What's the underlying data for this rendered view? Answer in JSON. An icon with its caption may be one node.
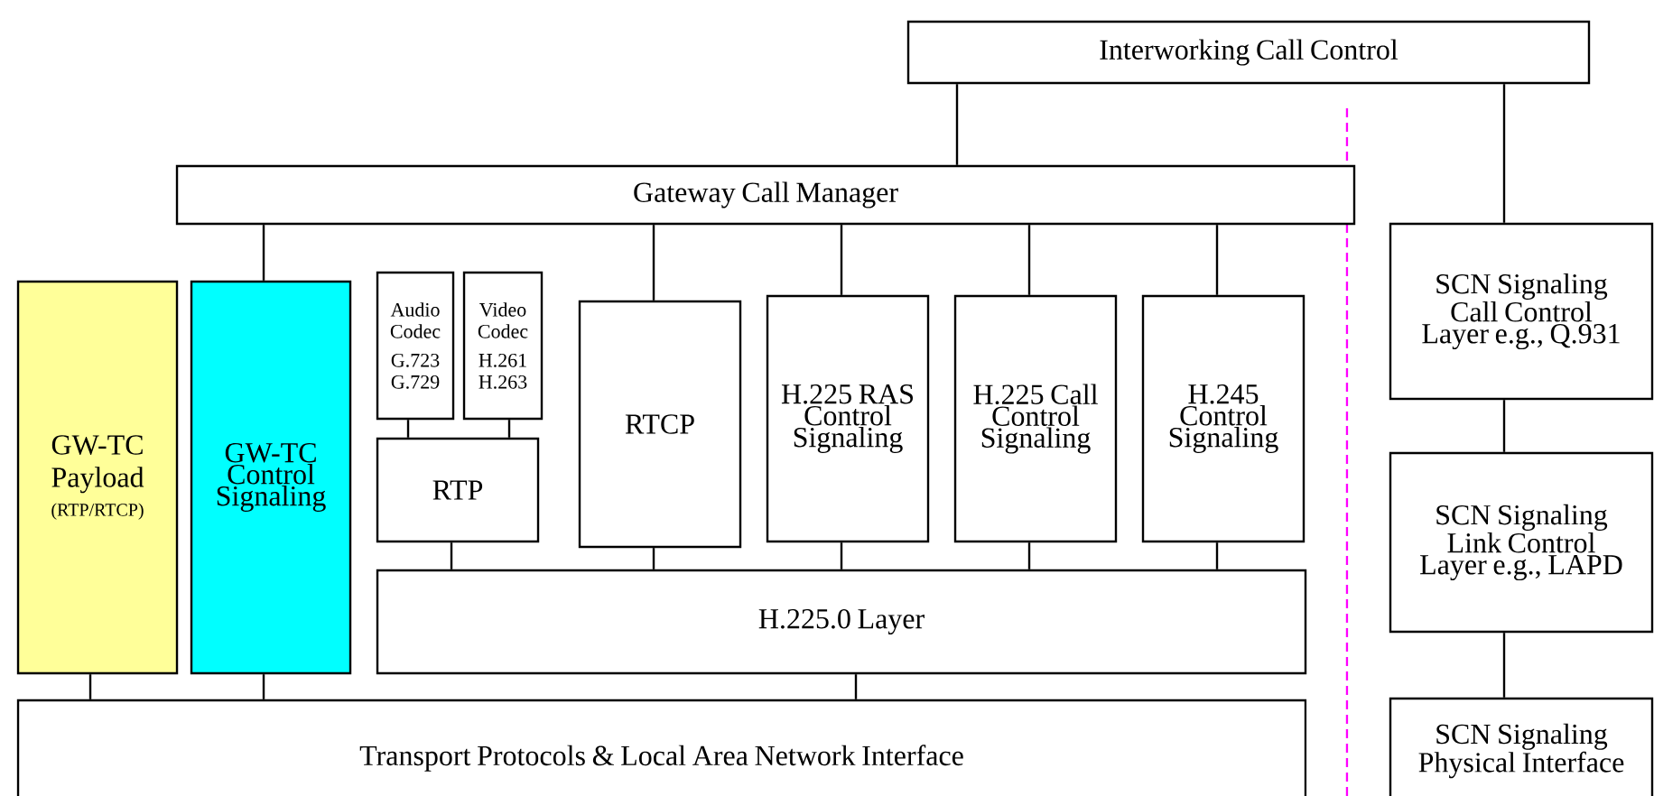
{
  "diagram": {
    "nodes": [
      {
        "text": [
          "Interworking Call Control"
        ]
      },
      {
        "text": [
          "Gateway Call Manager"
        ]
      },
      {
        "text": [
          "GW-TC Payload",
          "(RTP/RTCP)"
        ]
      },
      {
        "text": [
          "GW-TC Control Signaling"
        ]
      },
      {
        "text": [
          "Audio Codec",
          "G.723 G.729"
        ]
      },
      {
        "text": [
          "Video Codec",
          "H.261 H.263"
        ]
      },
      {
        "text": [
          "RTP"
        ]
      },
      {
        "text": [
          "RTCP"
        ]
      },
      {
        "text": [
          "H.225 RAS Control Signaling"
        ]
      },
      {
        "text": [
          "H.225 Call Control Signaling"
        ]
      },
      {
        "text": [
          "H.245 Control Signaling"
        ]
      },
      {
        "text": [
          "H.225.0 Layer"
        ]
      },
      {
        "text": [
          "Transport Protocols & Local Area Network Interface"
        ]
      },
      {
        "text": [
          "SCN Signaling Call Control Layer e.g., Q.931"
        ]
      },
      {
        "text": [
          "SCN Signaling Link Control Layer e.g., LAPD"
        ]
      },
      {
        "text": [
          "SCN Signaling Physical Interface"
        ]
      }
    ],
    "edges": [
      {
        "from": 0,
        "to": 1,
        "arrow": "none"
      },
      {
        "from": 0,
        "to": 13,
        "arrow": "none"
      },
      {
        "from": 1,
        "to": 3,
        "arrow": "none"
      },
      {
        "from": 1,
        "to": 7,
        "arrow": "none"
      },
      {
        "from": 1,
        "to": 8,
        "arrow": "none"
      },
      {
        "from": 1,
        "to": 9,
        "arrow": "none"
      },
      {
        "from": 1,
        "to": 10,
        "arrow": "none"
      },
      {
        "from": 4,
        "to": 6,
        "arrow": "none"
      },
      {
        "from": 5,
        "to": 6,
        "arrow": "none"
      },
      {
        "from": 6,
        "to": 11,
        "arrow": "none"
      },
      {
        "from": 7,
        "to": 11,
        "arrow": "none"
      },
      {
        "from": 8,
        "to": 11,
        "arrow": "none"
      },
      {
        "from": 9,
        "to": 11,
        "arrow": "none"
      },
      {
        "from": 10,
        "to": 11,
        "arrow": "none"
      },
      {
        "from": 2,
        "to": 12,
        "arrow": "none"
      },
      {
        "from": 3,
        "to": 12,
        "arrow": "none"
      },
      {
        "from": 11,
        "to": 12,
        "arrow": "none"
      },
      {
        "from": 13,
        "to": 14,
        "arrow": "none"
      },
      {
        "from": 14,
        "to": 15,
        "arrow": "none"
      }
    ]
  }
}
